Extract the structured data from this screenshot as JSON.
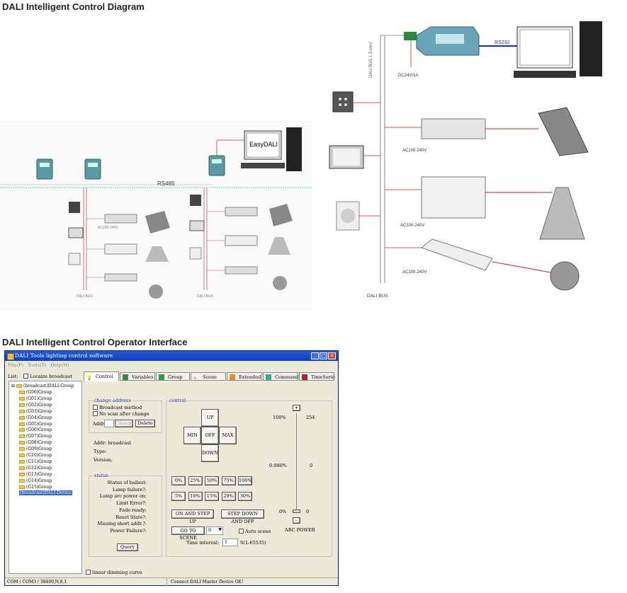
{
  "headings": {
    "diagram": "DALI Intelligent Control Diagram",
    "interface": "DALI Intelligent Control Operator Interface"
  },
  "diagram_left": {
    "bus_label": "RS485",
    "pc_label": "EasyDALI",
    "dali_bus_1": "DALI BUS",
    "dali_bus_2": "DALI BUS",
    "ac_label": "AC100-240V"
  },
  "diagram_right": {
    "cable_label": "DALI BUS 1.5 mm²",
    "dc_label": "DC24V/1A",
    "rs232_label": "RS232",
    "ac1": "AC100-240V",
    "ac2": "AC100-240V",
    "ac3": "AC100-240V",
    "dali_bus": "DALI BUS"
  },
  "window": {
    "title": "DALI Tools lighting control software",
    "menu": [
      "File(F)",
      "Tools(T)",
      "Help(H)"
    ],
    "list_label": "List:",
    "locate_broadcast": "Locaize broadcast",
    "tabs": [
      "Control",
      "Variables",
      "Group",
      "Scene",
      "Extended",
      "Command",
      "TimeSerie"
    ],
    "tree_root": "(broadcast)DALI-Group",
    "tree_groups": [
      "(G00)Group",
      "(G01)Group",
      "(G02)Group",
      "(G03)Group",
      "(G04)Group",
      "(G05)Group",
      "(G06)Group",
      "(G07)Group",
      "(G08)Group",
      "(G09)Group",
      "(G10)Group",
      "(G11)Group",
      "(G12)Group",
      "(G13)Group",
      "(G14)Group",
      "(G15)Group"
    ],
    "tree_device": "(broadcast)DALI-Device",
    "change_address": {
      "title": "change address",
      "broadcast_method": "Broadcast method",
      "no_scan": "No scan after change",
      "addr_label": "Addr",
      "change_btn": "Change",
      "delete_btn": "Delete"
    },
    "info": {
      "addr": "Addr: broadcast",
      "type": "Type:",
      "version": "Version:"
    },
    "status": {
      "title": "status",
      "rows": [
        "Status of ballast:",
        "Lamp failure?:",
        "Lamp arc power on:",
        "Limit Error?:",
        "Fade ready:",
        "Reset State?:",
        "Missing short addr.?:",
        "Power Failure?:"
      ],
      "query_btn": "Query"
    },
    "control": {
      "title": "control",
      "up": "UP",
      "down": "DOWN",
      "min": "MIN",
      "off": "OFF",
      "max": "MAX",
      "pct_row1": [
        "0%",
        "25%",
        "50%",
        "75%",
        "100%"
      ],
      "pct_row2": [
        "5%",
        "10%",
        "15%",
        "20%",
        "30%"
      ],
      "on_step_up": "ON AND STEP UP",
      "step_down_off": "STEP DOWN AND OFF",
      "go_to_scene": "GO TO SCENE",
      "scene_value": "0",
      "auto_scene": "Auto scene",
      "time_interval_label": "Time interval:",
      "time_interval_value": "1",
      "time_interval_unit": "S(1-65535)",
      "slider": {
        "plus": "+",
        "minus": "-",
        "label_100": "100%",
        "label_254": "254",
        "label_mid_pct": "0.000%",
        "label_mid_val": "0",
        "label_0": "0%",
        "label_0_val": "0",
        "caption": "ARC POWER",
        "level": 0
      }
    },
    "linear_dimming": "linear dimming curve",
    "status_bar_left": "COM / COM3 / 38400,N,8,1",
    "status_bar_right": "Connect DALI Master Device OK!"
  }
}
